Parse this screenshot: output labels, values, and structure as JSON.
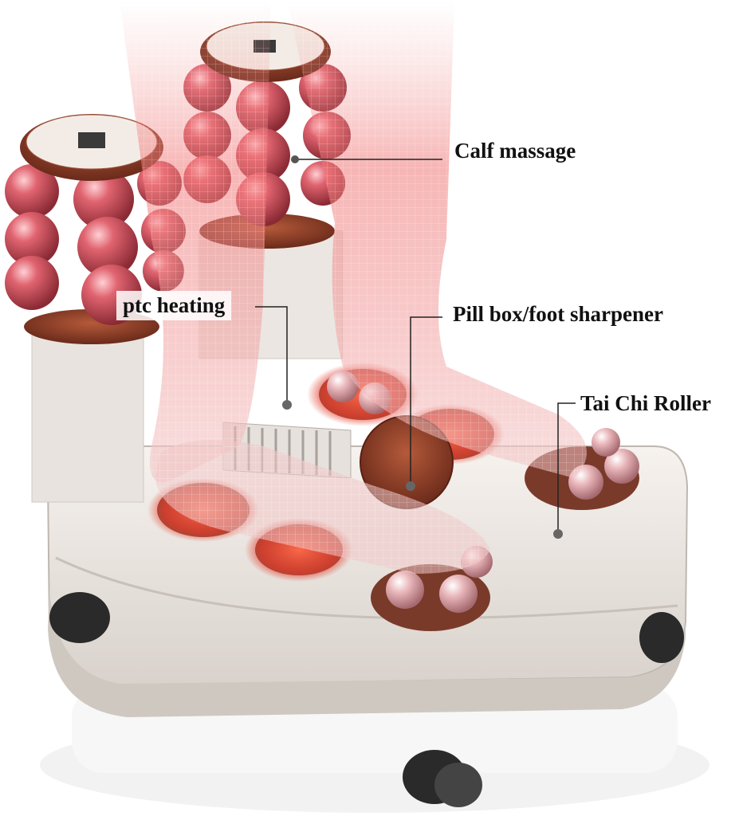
{
  "callouts": {
    "calf_massage": "Calf massage",
    "ptc_heating": "ptc heating",
    "pill_box": "Pill box/foot sharpener",
    "tai_chi_roller": "Tai Chi Roller"
  },
  "colors": {
    "shell": "#efe9e4",
    "roller_red": "#d85a64",
    "roller_dark": "#8a2a34",
    "heat_glow": "#ff5a3c",
    "leader_line": "#222222"
  }
}
